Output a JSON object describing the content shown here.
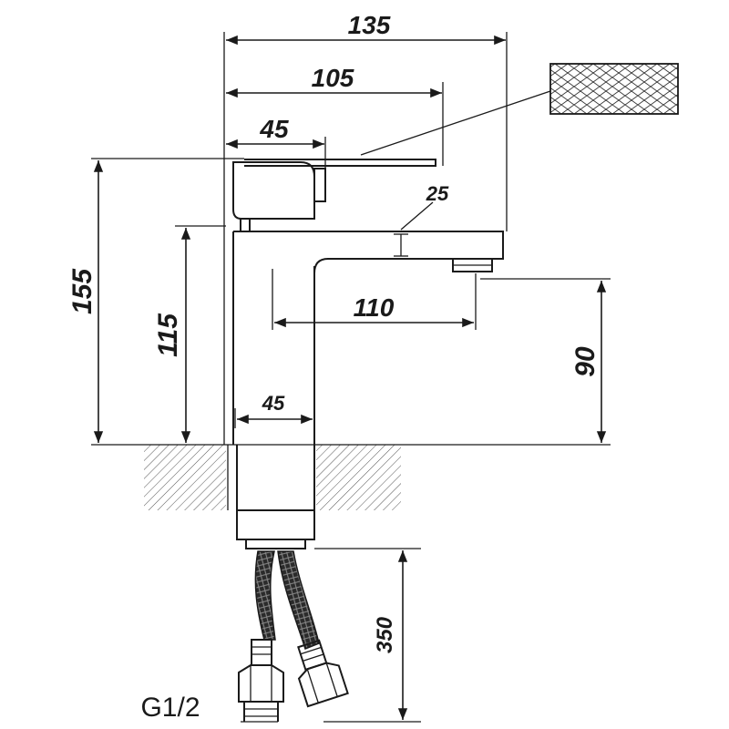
{
  "dimensions": {
    "overall_length": "135",
    "spout_to_handle": "105",
    "handle_length": "45",
    "overall_height": "155",
    "spout_height": "115",
    "spout_thickness": "25",
    "spout_reach": "110",
    "outlet_height": "90",
    "body_width": "45",
    "hose_length": "350"
  },
  "thread_label": "G1/2",
  "colors": {
    "line": "#1a1a1a",
    "background": "#ffffff"
  }
}
